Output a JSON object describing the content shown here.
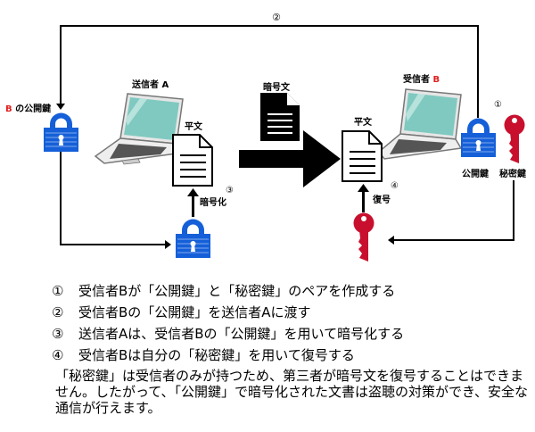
{
  "diagram": {
    "title_marker": "②",
    "sender_label": "送信者 A",
    "receiver_label_prefix": "受信者 ",
    "receiver_label_letter": "B",
    "b_public_key_label_letter": "B",
    "b_public_key_label_suffix": " の公開鍵",
    "plaintext_left": "平文",
    "plaintext_right": "平文",
    "ciphertext_label": "暗号文",
    "encrypt_label": "暗号化",
    "encrypt_marker": "③",
    "decrypt_label": "復号",
    "decrypt_marker": "④",
    "pair_marker": "①",
    "public_key_label": "公開鍵",
    "private_key_label": "秘密鍵",
    "colors": {
      "lock_blue": "#1560d8",
      "key_red": "#c8102e",
      "screen_teal": "#7fc9c0",
      "label_red": "#e01e1e"
    }
  },
  "steps": [
    {
      "num": "①",
      "text": "受信者Bが「公開鍵」と「秘密鍵」のペアを作成する"
    },
    {
      "num": "②",
      "text": "受信者Bの「公開鍵」を送信者Aに渡す"
    },
    {
      "num": "③",
      "text": "送信者Aは、受信者Bの「公開鍵」を用いて暗号化する"
    },
    {
      "num": "④",
      "text": "受信者Bは自分の「秘密鍵」を用いて復号する"
    }
  ],
  "note": "「秘密鍵」は受信者のみが持つため、第三者が暗号文を復号することはできません。したがって、「公開鍵」で暗号化された文書は盗聴の対策ができ、安全な通信が行えます。"
}
